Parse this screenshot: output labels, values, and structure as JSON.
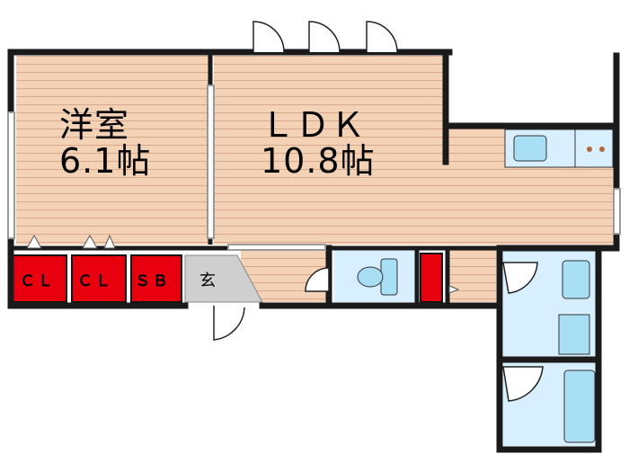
{
  "rooms": {
    "western": {
      "name": "洋室",
      "size": "6.1帖"
    },
    "ldk": {
      "name": "ＬＤＫ",
      "size": "10.8帖"
    },
    "closet1": {
      "label": "ＣＬ"
    },
    "closet2": {
      "label": "ＣＬ"
    },
    "shoe_box": {
      "label": "ＳＢ"
    },
    "entrance": {
      "label": "玄"
    }
  },
  "colors": {
    "floor": "#f3d2b6",
    "floor_lines": "#d9a88a",
    "wall": "#1a1a1a",
    "storage": "#e8000f",
    "wet_area": "#d8efff",
    "fixture": "#a8dff5",
    "entrance": "#cfcfcf"
  }
}
